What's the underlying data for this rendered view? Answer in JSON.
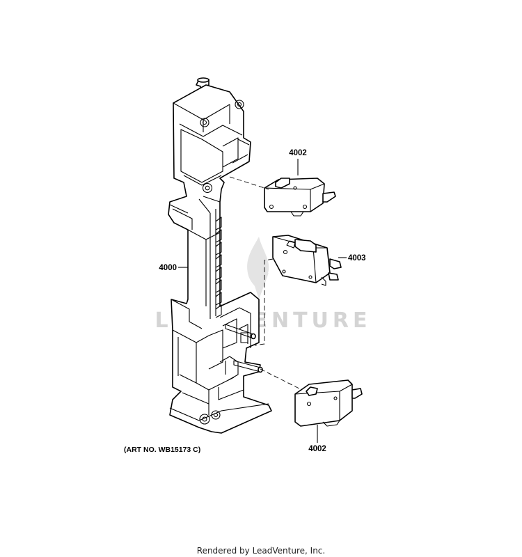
{
  "callouts": {
    "frame": "4000",
    "switch_top": "4002",
    "switch_middle": "4003",
    "switch_bottom": "4002"
  },
  "art_number": "(ART NO. WB15173 C)",
  "credit": "Rendered by LeadVenture, Inc.",
  "watermark": "LEADVENTURE"
}
